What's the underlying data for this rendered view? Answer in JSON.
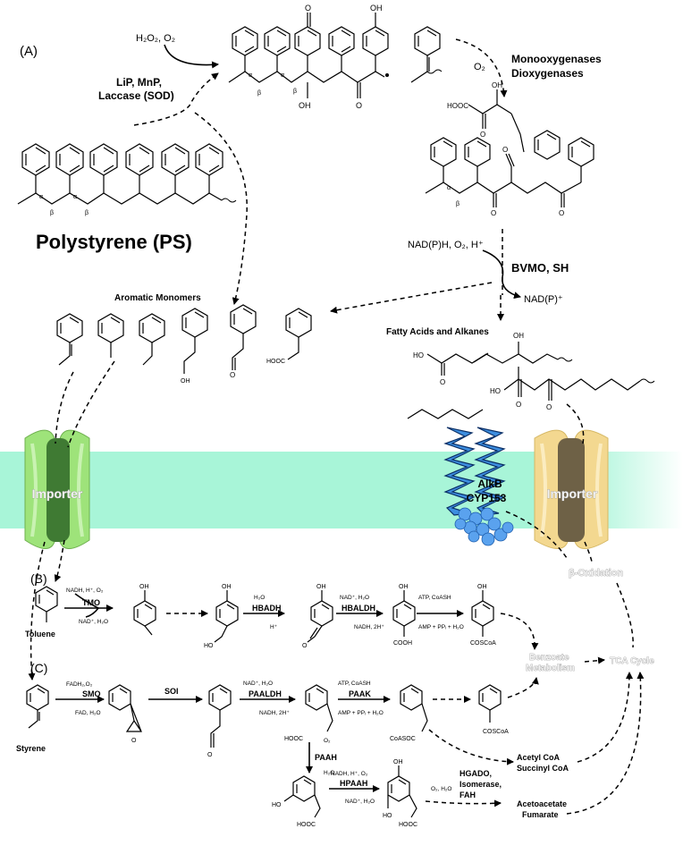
{
  "panels": {
    "a": "(A)",
    "b": "(B)",
    "c": "(C)"
  },
  "ps_title": "Polystyrene (PS)",
  "depoly": {
    "reagents": "H₂O₂, O₂",
    "enzymes": [
      "LiP, MnP,",
      "Laccase (SOD)"
    ]
  },
  "oxy": {
    "o2": "O₂",
    "enzymes": [
      "Monooxygenases",
      "Dioxygenases"
    ]
  },
  "bvmo": {
    "reagents": "NAD(P)H, O₂, H⁺",
    "enzyme": "BVMO, SH",
    "product": "NAD(P)⁺"
  },
  "chain_labels": {
    "alpha": "α",
    "beta": "β",
    "oh": "OH",
    "o": "O",
    "hooc": "HOOC"
  },
  "aromatic_monomers_title": "Aromatic Monomers",
  "fatty_acids_title": "Fatty Acids and Alkanes",
  "membrane": {
    "importer_left": "Importer",
    "importer_right": "Importer",
    "alkb": "AlkB",
    "cyp153": "CYP153"
  },
  "beta_oxidation": "β-Oxidation",
  "benzoate_metabolism": [
    "Benzoate",
    "Metabolism"
  ],
  "tca_cycle": "TCA Cycle",
  "toluene_path": {
    "substrate": "Toluene",
    "steps": [
      {
        "top": "NADH, H⁺, O₂",
        "enzyme": "TMO",
        "bottom": "NAD⁺, H₂O"
      },
      {
        "top": "H₂O",
        "enzyme": "HBADH",
        "bottom": "H⁺"
      },
      {
        "top": "NAD⁺, H₂O",
        "enzyme": "HBALDH",
        "bottom": "NADH, 2H⁺"
      },
      {
        "top": "ATP, CoASH",
        "enzyme": "",
        "bottom": "AMP + PPᵢ + H₂O"
      }
    ],
    "cooh": "COOH",
    "coscoa": "COSCoA"
  },
  "styrene_path": {
    "substrate": "Styrene",
    "steps": [
      {
        "top": "FADH₂,O₂",
        "enzyme": "SMO",
        "bottom": "FAD, H₂O"
      },
      {
        "top": "",
        "enzyme": "SOI",
        "bottom": ""
      },
      {
        "top": "NAD⁺, H₂O",
        "enzyme": "PAALDH",
        "bottom": "NADH, 2H⁺"
      },
      {
        "top": "ATP, CoASH",
        "enzyme": "PAAK",
        "bottom": "AMP + PPᵢ + H₂O"
      }
    ],
    "paah": {
      "top": "O₂",
      "enzyme": "PAAH",
      "bottom": "H₂O"
    },
    "hpaah": {
      "top": "NADH, H⁺, O₂",
      "enzyme": "HPAAH",
      "bottom": "NAD⁺, H₂O"
    },
    "hgado": {
      "reagents": "O₂, H₂O",
      "enzymes": [
        "HGADO,",
        "Isomerase,",
        "FAH"
      ]
    },
    "coscoa": "COSCoA",
    "coasoc": "CoASOC",
    "hooc": "HOOC",
    "products": {
      "acetyl": "Acetyl CoA",
      "succinyl": "Succinyl CoA",
      "acetoacetate": "Acetoacetate",
      "fumarate": "Fumarate"
    }
  },
  "colors": {
    "membrane": "#a8f5d8",
    "importer_left": "#9ee37a",
    "importer_left_core": "#3f7a33",
    "importer_right": "#f3d890",
    "importer_right_core": "#6e6146",
    "helix": "#3d8ee0",
    "globule": "#5aa2ee"
  }
}
